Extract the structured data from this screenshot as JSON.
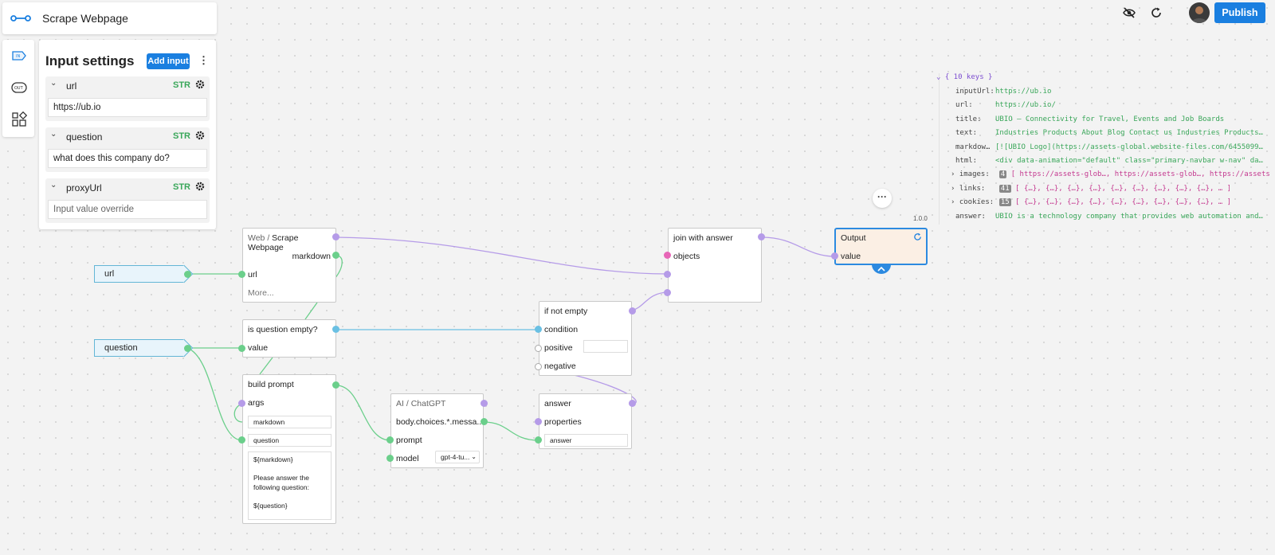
{
  "header": {
    "title": "Scrape Webpage"
  },
  "toolbar": {
    "publish_label": "Publish"
  },
  "input_settings": {
    "title": "Input settings",
    "add_label": "Add input",
    "menu_label": "⋮",
    "inputs": [
      {
        "name": "url",
        "type": "STR",
        "value": "https://ub.io",
        "placeholder": ""
      },
      {
        "name": "question",
        "type": "STR",
        "value": "what does this company do?",
        "placeholder": ""
      },
      {
        "name": "proxyUrl",
        "type": "STR",
        "value": "",
        "placeholder": "Input value override"
      }
    ]
  },
  "params": {
    "url": "url",
    "question": "question"
  },
  "nodes": {
    "scrape": {
      "prefix": "Web",
      "sep": " / ",
      "title": "Scrape Webpage",
      "out": "markdown",
      "in": "url",
      "more": "More..."
    },
    "is_empty": {
      "title": "is question empty?",
      "in": "value"
    },
    "build_prompt": {
      "title": "build prompt",
      "args": "args",
      "field1": "markdown",
      "field2": "question",
      "template_lines": [
        "${markdown}",
        "",
        "Please answer the",
        "following question:",
        "",
        "${question}"
      ]
    },
    "chatgpt": {
      "prefix": "AI",
      "sep": " / ",
      "title": "ChatGPT",
      "out": "body.choices.*.messa...",
      "prompt": "prompt",
      "model": "model",
      "model_value": "gpt-4-tu..."
    },
    "if_not_empty": {
      "title": "if not empty",
      "condition": "condition",
      "positive": "positive",
      "negative": "negative"
    },
    "answer": {
      "title": "answer",
      "properties": "properties",
      "field": "answer"
    },
    "join": {
      "title": "join with answer",
      "objects": "objects"
    },
    "output": {
      "title": "Output",
      "value": "value",
      "version": "1.0.0"
    }
  },
  "more_label": "···",
  "json_view": {
    "summary": "{ 10 keys }",
    "rows": [
      {
        "key": "inputUrl:",
        "val": "https://ub.io"
      },
      {
        "key": "url:",
        "val": "https://ub.io/"
      },
      {
        "key": "title:",
        "val": "UBIO — Connectivity for Travel, Events and Job Boards"
      },
      {
        "key": "text:",
        "val": "Industries Products About Blog Contact us Industries Products…"
      },
      {
        "key": "markdow…",
        "val": "[![UBIO Logo](https://assets-global.website-files.com/6455099…"
      },
      {
        "key": "html:",
        "val": "<div data-animation=\"default\" class=\"primary-navbar w-nav\" da…"
      },
      {
        "key": "images:",
        "count": "4",
        "val": "[ https://assets-glob…, https://assets-glob…, https://assets"
      },
      {
        "key": "links:",
        "count": "41",
        "val": "[ {…}, {…}, {…}, {…}, {…}, {…}, {…}, {…}, {…}, … ]"
      },
      {
        "key": "cookies:",
        "count": "15",
        "val": "[ {…}, {…}, {…}, {…}, {…}, {…}, {…}, {…}, {…}, … ]"
      },
      {
        "key": "answer:",
        "val": "UBIO is a technology company that provides web automation and…"
      }
    ]
  },
  "colors": {
    "accent": "#1a7fe0",
    "green": "#3aa75a",
    "purple_wire": "#b59be8",
    "blue_wire": "#6ac0e3",
    "green_wire": "#6bcf8b"
  }
}
